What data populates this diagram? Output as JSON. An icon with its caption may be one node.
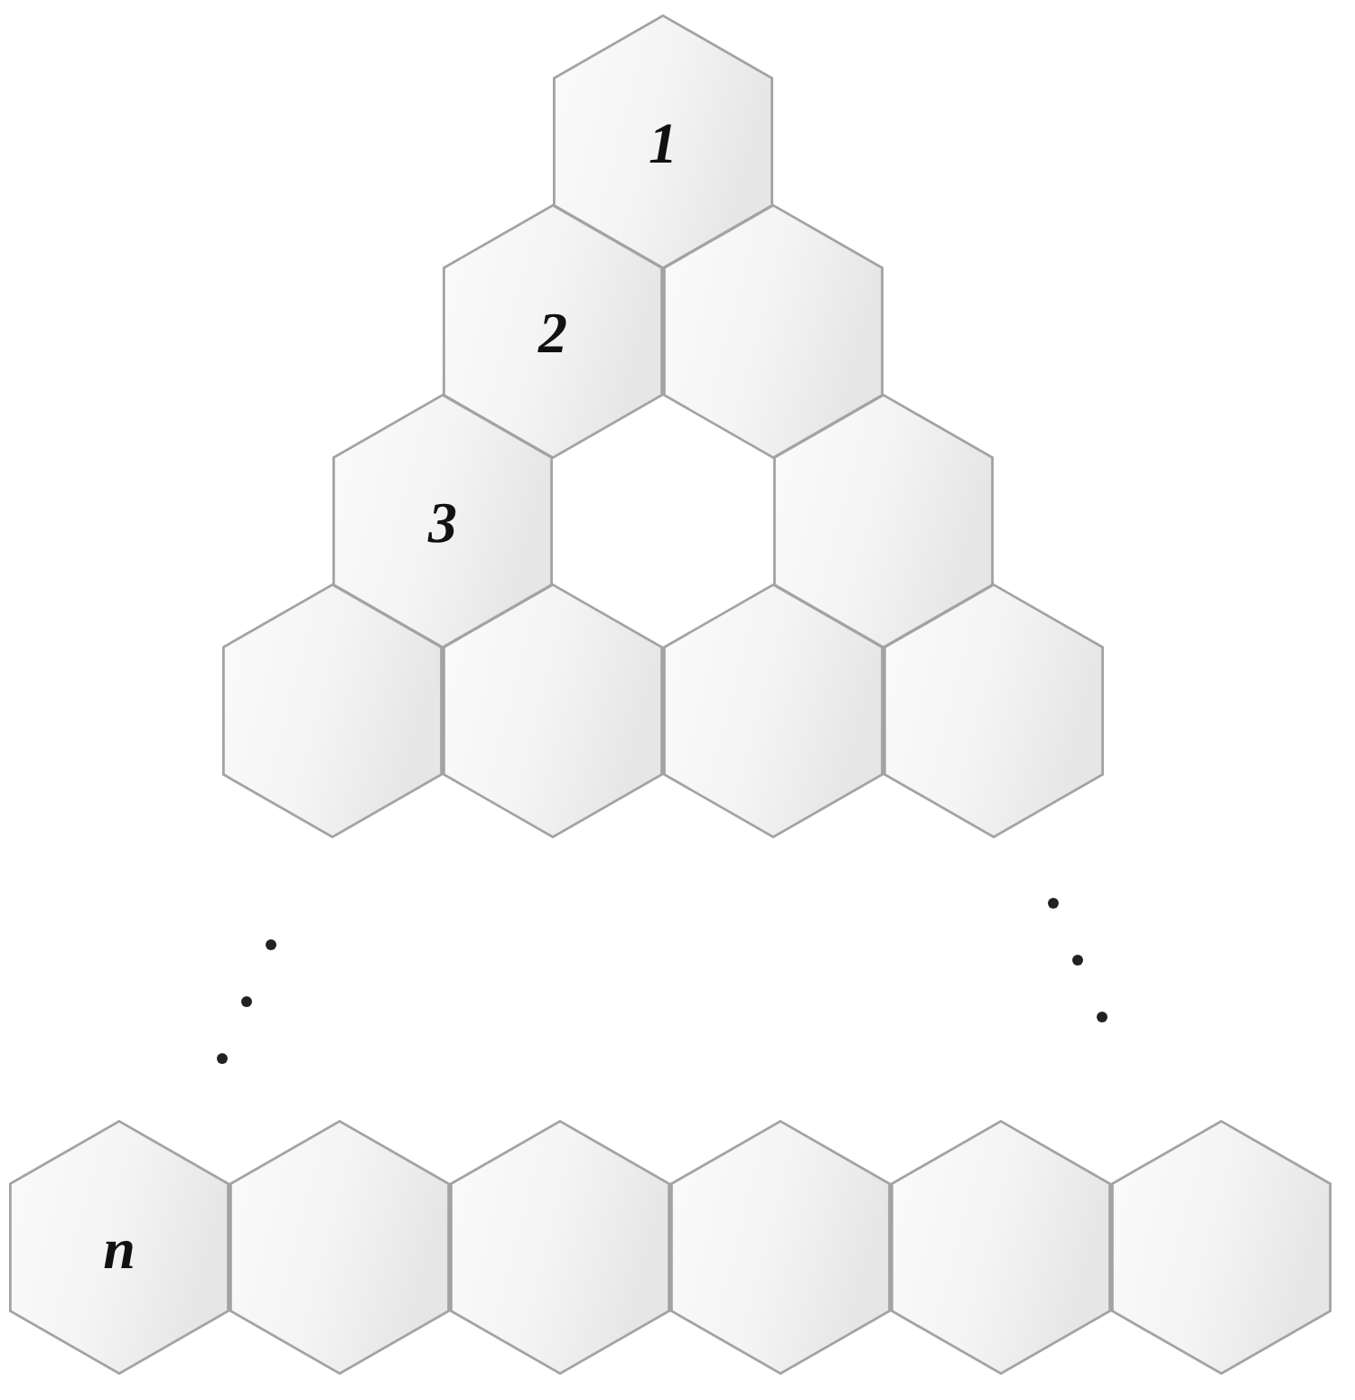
{
  "diagram": {
    "nodes": [
      {
        "text": [
          "1"
        ]
      },
      {
        "text": [
          "2"
        ]
      },
      {
        "text": [],
        "shape": "hexagon"
      },
      {
        "text": [
          "3"
        ]
      },
      {
        "text": [],
        "shape": "hexagon"
      },
      {
        "text": [],
        "shape": "hexagon"
      },
      {
        "text": [],
        "shape": "hexagon"
      },
      {
        "text": [],
        "shape": "hexagon"
      },
      {
        "text": [],
        "shape": "hexagon"
      },
      {
        "text": [
          "n"
        ]
      },
      {
        "text": [],
        "shape": "hexagon"
      },
      {
        "text": [],
        "shape": "hexagon"
      },
      {
        "text": [],
        "shape": "hexagon"
      },
      {
        "text": [],
        "shape": "hexagon"
      },
      {
        "text": [],
        "shape": "hexagon"
      }
    ]
  }
}
